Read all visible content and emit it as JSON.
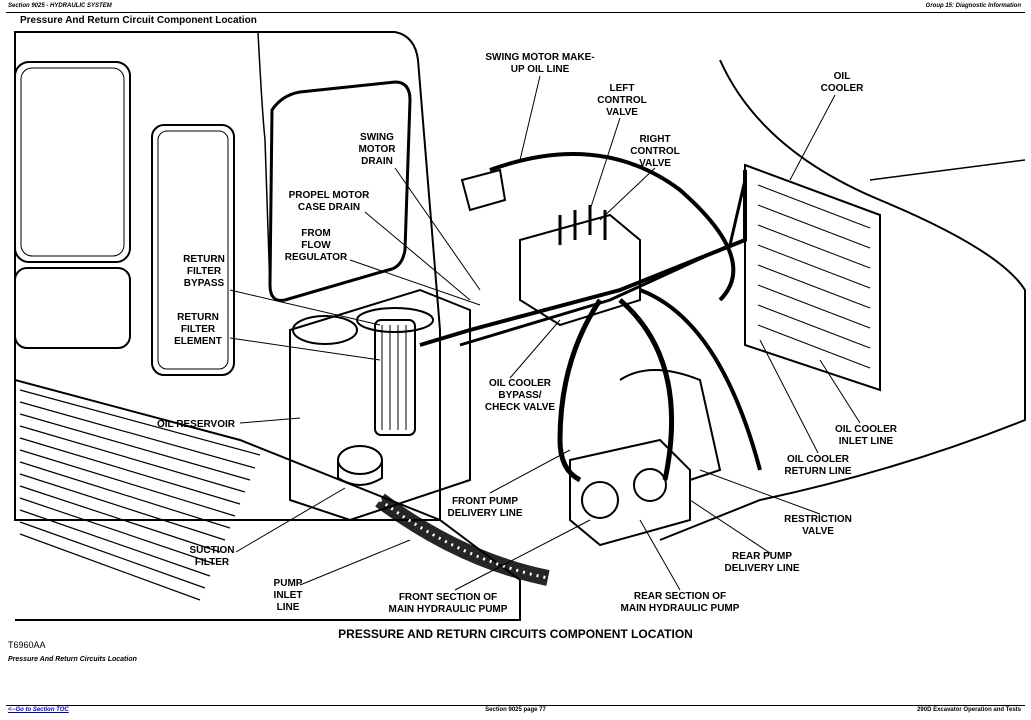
{
  "header": {
    "left": "Section 9025 - HYDRAULIC SYSTEM",
    "right": "Group 15: Diagnostic Information"
  },
  "page_title": "Pressure And Return Circuit Component Location",
  "figure": {
    "id": "T6960AA",
    "caption": "PRESSURE AND RETURN CIRCUITS COMPONENT LOCATION",
    "labels": {
      "swing_makeup": [
        "SWING MOTOR MAKE-",
        "UP OIL LINE"
      ],
      "left_control": [
        "LEFT",
        "CONTROL",
        "VALVE"
      ],
      "right_control": [
        "RIGHT",
        "CONTROL",
        "VALVE"
      ],
      "oil_cooler": [
        "OIL",
        "COOLER"
      ],
      "swing_drain": [
        "SWING",
        "MOTOR",
        "DRAIN"
      ],
      "propel_drain": [
        "PROPEL MOTOR",
        "CASE DRAIN"
      ],
      "from_flow": [
        "FROM",
        "FLOW",
        "REGULATOR"
      ],
      "return_bypass": [
        "RETURN",
        "FILTER",
        "BYPASS"
      ],
      "return_element": [
        "RETURN",
        "FILTER",
        "ELEMENT"
      ],
      "oil_reservoir": [
        "OIL RESERVOIR"
      ],
      "cooler_bypass": [
        "OIL COOLER",
        "BYPASS/",
        "CHECK VALVE"
      ],
      "cooler_inlet": [
        "OIL COOLER",
        "INLET LINE"
      ],
      "cooler_return": [
        "OIL COOLER",
        "RETURN LINE"
      ],
      "front_delivery": [
        "FRONT PUMP",
        "DELIVERY LINE"
      ],
      "restriction": [
        "RESTRICTION",
        "VALVE"
      ],
      "suction_filter": [
        "SUCTION",
        "FILTER"
      ],
      "rear_delivery": [
        "REAR PUMP",
        "DELIVERY LINE"
      ],
      "pump_inlet": [
        "PUMP",
        "INLET",
        "LINE"
      ],
      "front_section": [
        "FRONT SECTION OF",
        "MAIN HYDRAULIC PUMP"
      ],
      "rear_section": [
        "REAR SECTION OF",
        "MAIN HYDRAULIC PUMP"
      ]
    }
  },
  "sub_caption": "Pressure And Return Circuits Location",
  "footer": {
    "left": "<--Go to Section TOC",
    "center": "Section 9025 page 77",
    "right": "290D Excavator Operation and Tests"
  }
}
